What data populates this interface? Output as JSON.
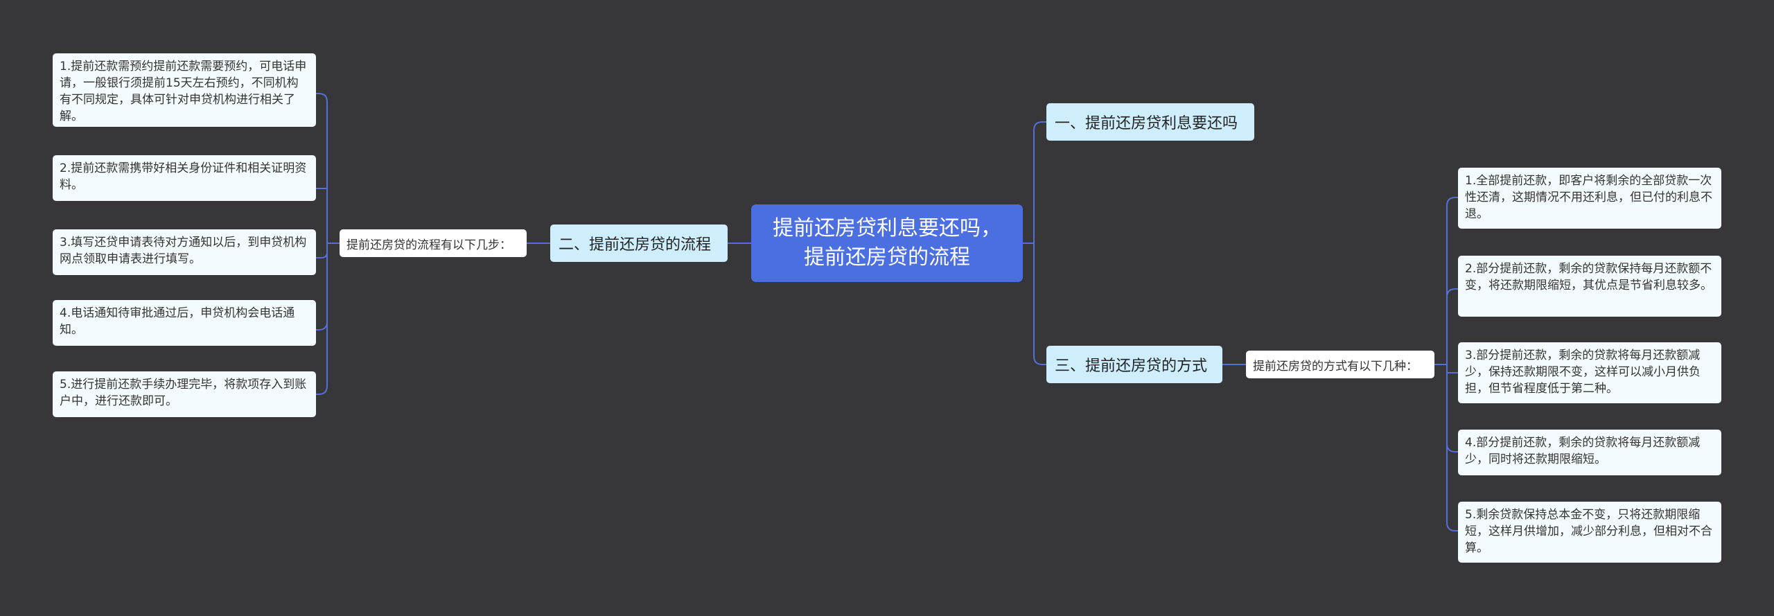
{
  "root": {
    "line1": "提前还房贷利息要还吗，",
    "line2": "提前还房贷的流程"
  },
  "branches": {
    "b1": "一、提前还房贷利息要还吗",
    "b2": "二、提前还房贷的流程",
    "b3": "三、提前还房贷的方式"
  },
  "process": {
    "intro": "提前还房贷的流程有以下几步：",
    "steps": [
      "1.提前还款需预约提前还款需要预约，可电话申请，一般银行须提前15天左右预约，不同机构有不同规定，具体可针对申贷机构进行相关了解。",
      "2.提前还款需携带好相关身份证件和相关证明资料。",
      "3.填写还贷申请表待对方通知以后，到申贷机构网点领取申请表进行填写。",
      "4.电话通知待审批通过后，申贷机构会电话通知。",
      "5.进行提前还款手续办理完毕，将款项存入到账户中，进行还款即可。"
    ]
  },
  "methods": {
    "intro": "提前还房贷的方式有以下几种：",
    "items": [
      "1.全部提前还款，即客户将剩余的全部贷款一次性还清，这期情况不用还利息，但已付的利息不退。",
      "2.部分提前还款，剩余的贷款保持每月还款额不变，将还款期限缩短，其优点是节省利息较多。",
      "3.部分提前还款，剩余的贷款将每月还款额减少，保持还款期限不变，这样可以减小月供负担，但节省程度低于第二种。",
      "4.部分提前还款，剩余的贷款将每月还款额减少，同时将还款期限缩短。",
      "5.剩余贷款保持总本金不变，只将还款期限缩短，这样月供增加，减少部分利息，但相对不合算。"
    ]
  },
  "colors": {
    "background": "#373638",
    "root": "#4b6fe0",
    "branch": "#cfeefd",
    "connector": "#5470d8"
  }
}
